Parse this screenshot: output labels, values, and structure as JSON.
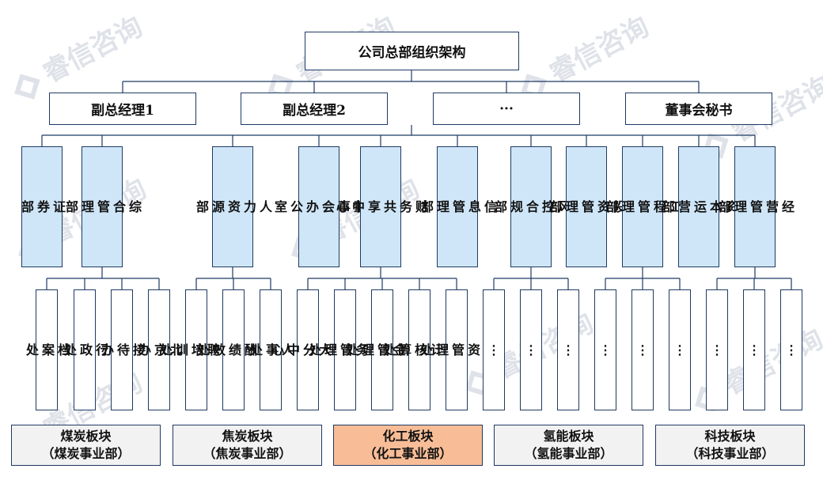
{
  "watermark": "睿信咨询",
  "root": "公司总部组织架构",
  "leaders": [
    "副总经理1",
    "副总经理2",
    "···",
    "董事会秘书"
  ],
  "departments": [
    {
      "label": "证\n券\n部"
    },
    {
      "label": "综\n合\n管\n理\n部"
    },
    {
      "label": "人\n力\n资\n源\n部"
    },
    {
      "label": "董\n事\n会\n办\n公\n室"
    },
    {
      "label": "财\n务\n共\n享\n中\n心"
    },
    {
      "label": "信\n息\n管\n理\n部"
    },
    {
      "label": "风\n控\n合\n规\n部"
    },
    {
      "label": "投\n资\n管\n理\n部"
    },
    {
      "label": "工\n程\n管\n理\n部"
    },
    {
      "label": "资\n本\n运\n营\n部"
    },
    {
      "label": "经\n营\n管\n理\n部"
    }
  ],
  "units": [
    "档\n案\n处",
    "行\n政\n处",
    "接\n待\n办",
    "北\n京\n办",
    "招\n聘\n培\n训\n处",
    "薪\n酬\n绩\n效\n处",
    "人\n事\n处",
    "四\n大\n分\n中\n心",
    "财\n务\n管\n理\n处",
    "资\n金\n管\n理\n处",
    "会\n计\n核\n算\n处",
    "融\n资\n管\n理\n处",
    "⋮",
    "⋮",
    "⋮",
    "⋮",
    "⋮",
    "⋮",
    "⋮",
    "⋮",
    "⋮"
  ],
  "segments": [
    {
      "line1": "煤炭板块",
      "line2": "（煤炭事业部）",
      "highlight": false
    },
    {
      "line1": "焦炭板块",
      "line2": "（焦炭事业部）",
      "highlight": false
    },
    {
      "line1": "化工板块",
      "line2": "（化工事业部）",
      "highlight": true
    },
    {
      "line1": "氢能板块",
      "line2": "（氢能事业部）",
      "highlight": false
    },
    {
      "line1": "科技板块",
      "line2": "（科技事业部）",
      "highlight": false
    }
  ],
  "colors": {
    "dept_fill": "#cfe6f8",
    "segment_fill": "#f2f2f2",
    "segment_highlight": "#f8bd97",
    "line": "#1f3a63"
  }
}
